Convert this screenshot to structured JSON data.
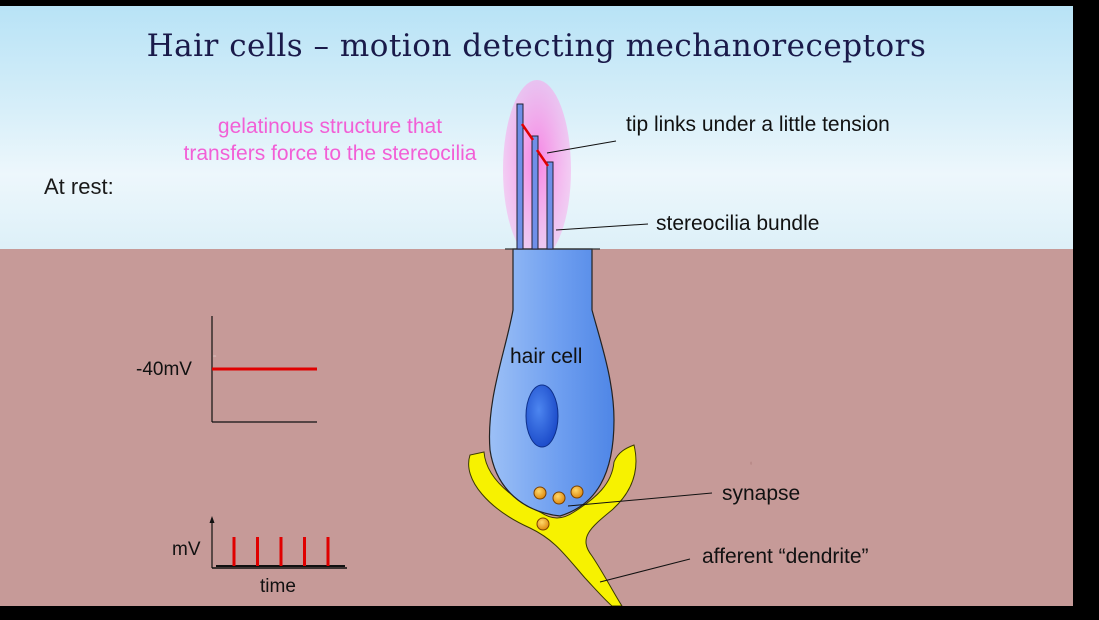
{
  "title": "Hair cells – motion detecting mechanoreceptors",
  "state_label": "At rest:",
  "labels": {
    "gel": "gelatinous structure that transfers force to the stereocilia",
    "tip_links": "tip links under a little tension",
    "stereocilia": "stereocilia bundle",
    "hair_cell": "hair cell",
    "synapse": "synapse",
    "afferent": "afferent “dendrite”"
  },
  "membrane_graph": {
    "y_label": "-40mV"
  },
  "spike_graph": {
    "y_label": "mV",
    "x_label": "time",
    "spike_count": 5
  },
  "colors": {
    "gel": "#f25fd6",
    "trace": "#e00000",
    "cell": "#6f9ff0",
    "nucleus": "#2457d6",
    "dendrite": "#f7f200",
    "vesicle": "#f0a020"
  }
}
